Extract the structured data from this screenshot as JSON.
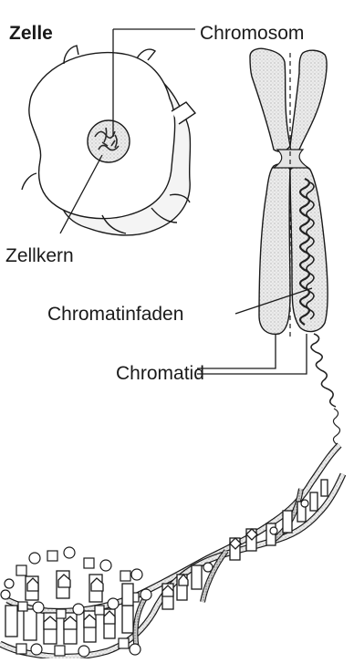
{
  "labels": {
    "cell": "Zelle",
    "chromosome": "Chromosom",
    "nucleus": "Zellkern",
    "chromatin_fiber": "Chromatinfaden",
    "chromatid": "Chromatid"
  },
  "colors": {
    "ink": "#1a1a1a",
    "stipple": "#bdbdbd",
    "background": "#ffffff"
  }
}
